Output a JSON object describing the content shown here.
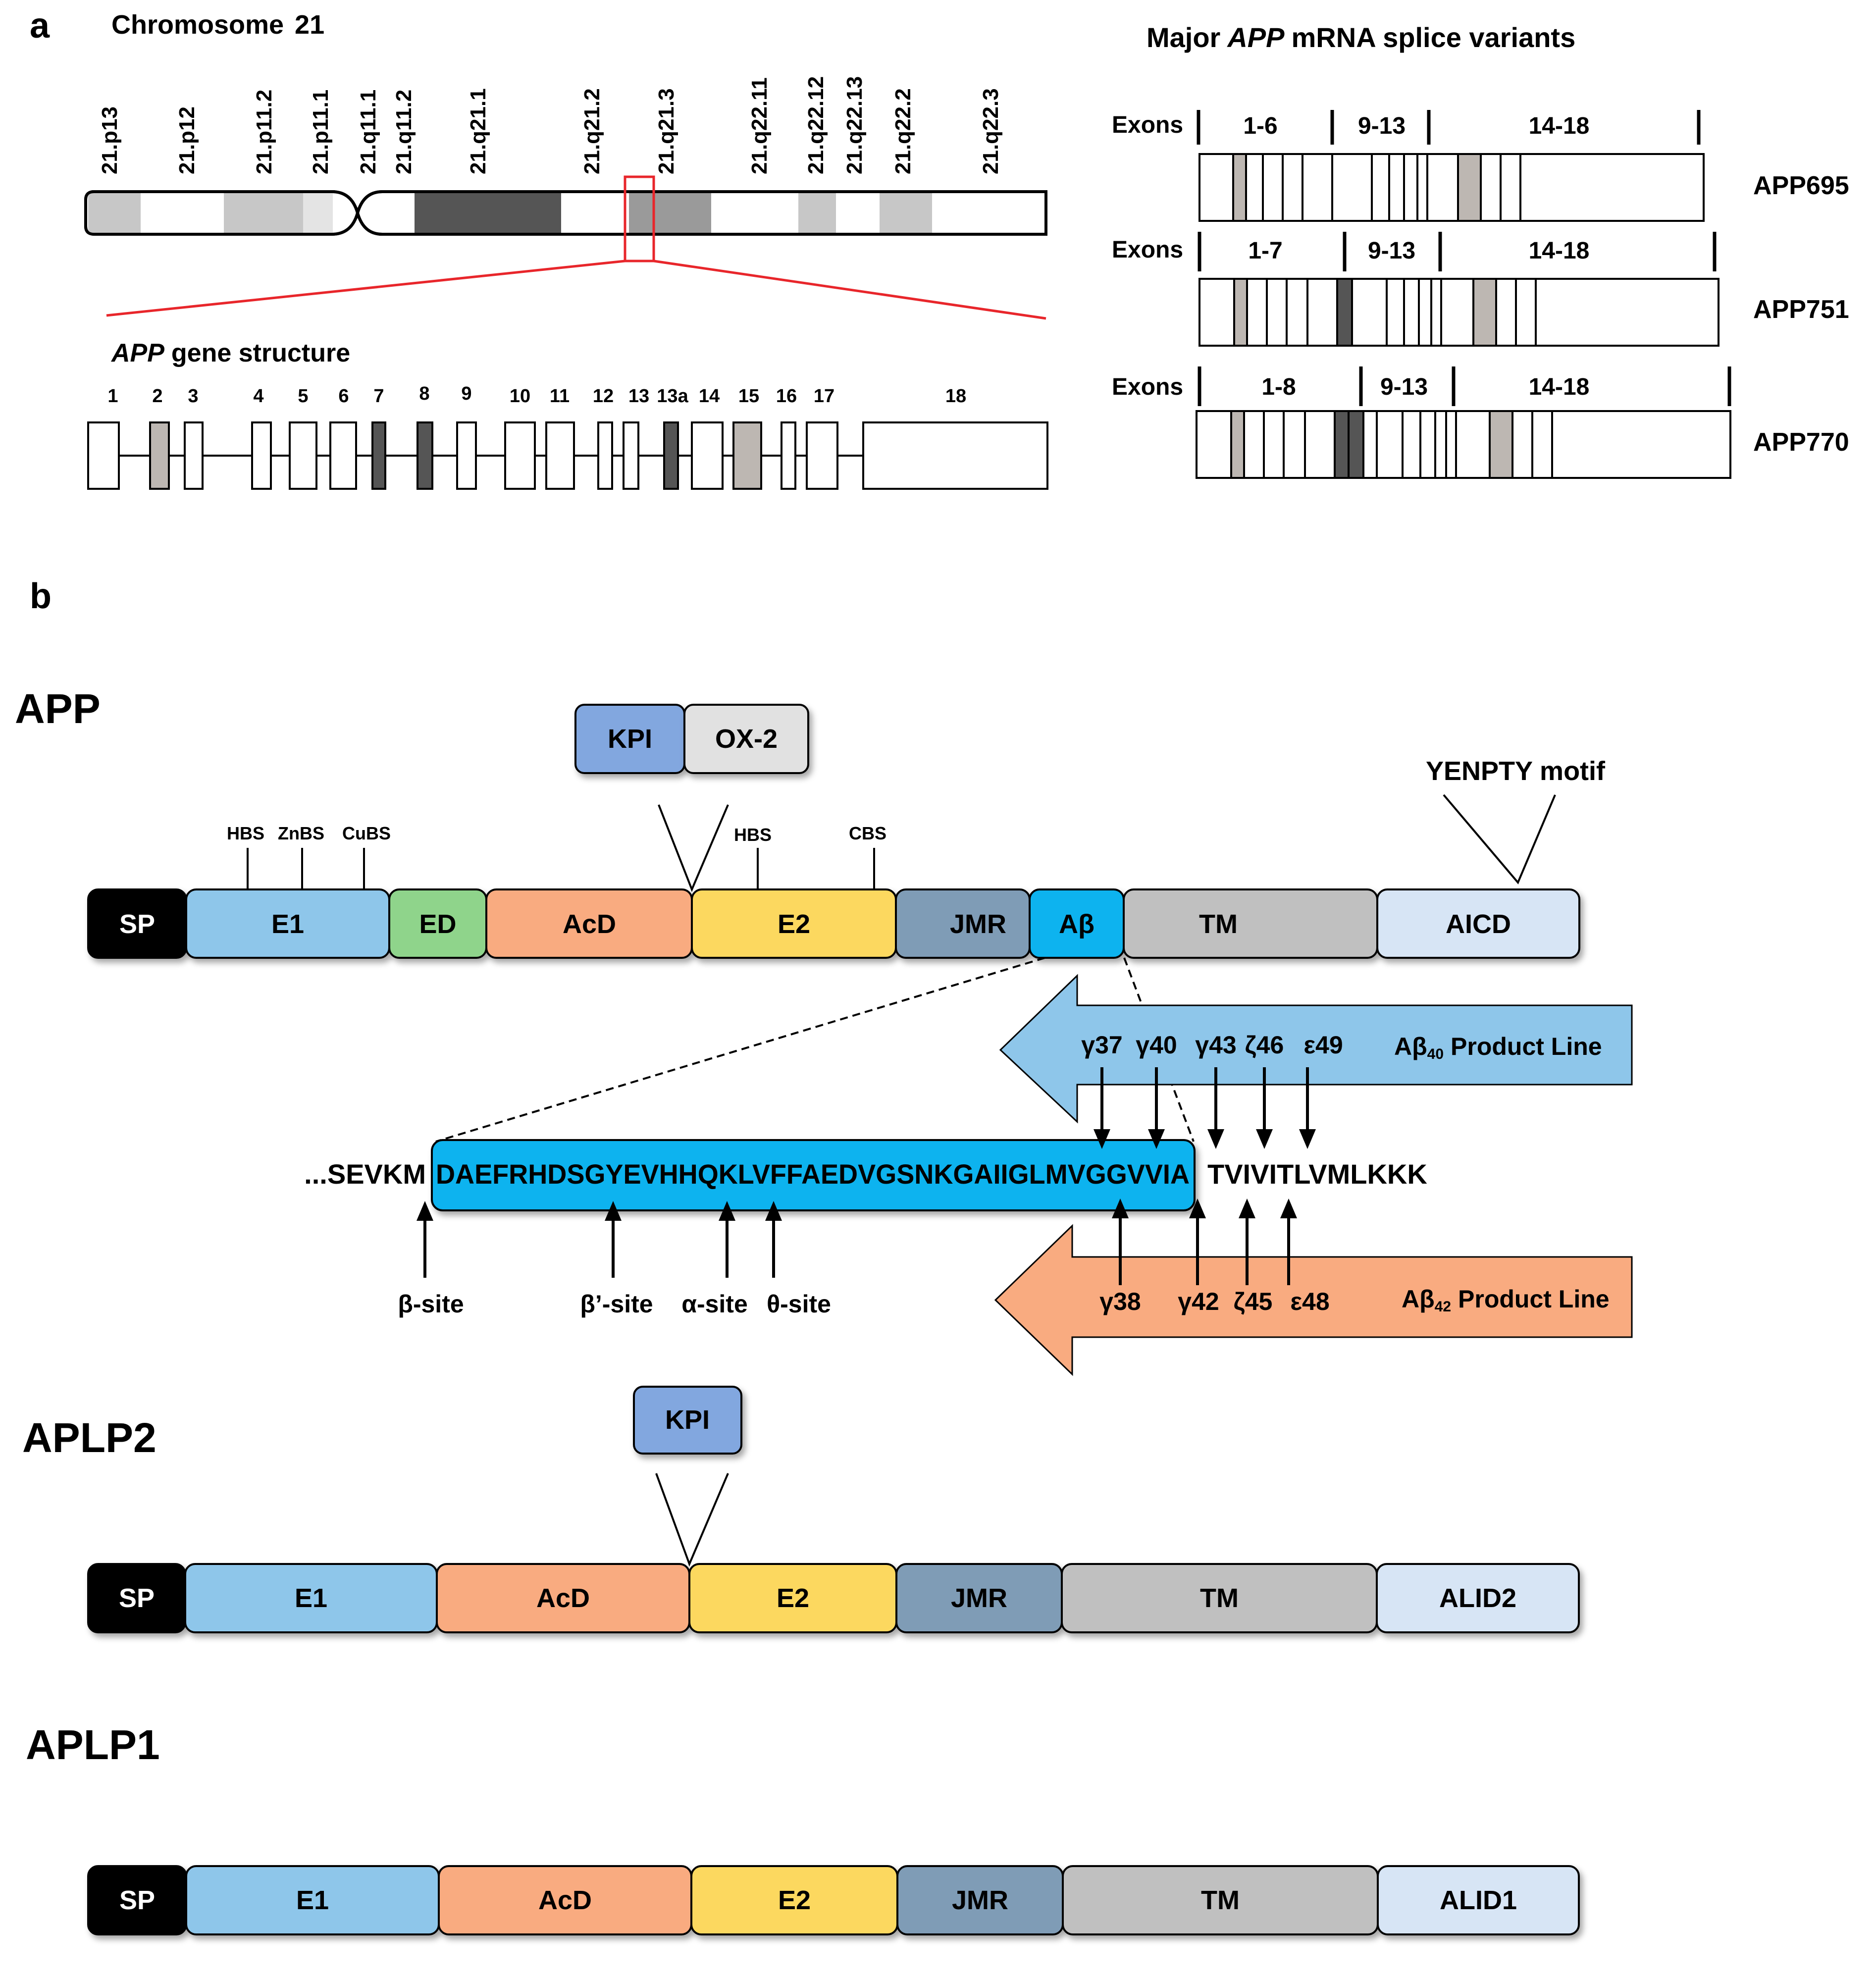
{
  "colors": {
    "SP": "#000000",
    "E1": "#8ec6ea",
    "ED": "#8fd48b",
    "AcD": "#f9ab80",
    "E2": "#fcd85e",
    "JMR": "#7f9cb6",
    "Abeta": "#09b3ef",
    "TM": "#c0c0c0",
    "AICD": "#d7e5f5",
    "KPI": "#82a7df",
    "OX2": "#e1e1e1",
    "band_light": "#c7c7c7",
    "band_dark": "#555555",
    "band_mid": "#9a9a9a",
    "exon_light": "#bdb7b2",
    "exon_dark": "#555555",
    "red": "#e8262b",
    "ab40_arrow": "#8ec6ea",
    "ab42_arrow": "#f9ab80"
  },
  "panel_a": {
    "label": "a",
    "chrom_title_prefix": "Chromosome",
    "chrom_number": "21",
    "bands": [
      "21.p13",
      "21.p12",
      "21.p11.2",
      "21.p11.1",
      "21.q11.1",
      "21.q11.2",
      "21.q21.1",
      "21.q21.2",
      "21.q21.3",
      "21.q22.11",
      "21.q22.12",
      "21.q22.13",
      "21.q22.2",
      "21.q22.3"
    ],
    "gene_title_italic": "APP",
    "gene_title_rest": "gene structure",
    "exon_labels": [
      "1",
      "2",
      "3",
      "4",
      "5",
      "6",
      "7",
      "8",
      "9",
      "10",
      "11",
      "12",
      "13",
      "13a",
      "14",
      "15",
      "16",
      "17",
      "18"
    ],
    "splice_title_prefix": "Major",
    "splice_title_italic": "APP",
    "splice_title_rest": "mRNA splice variants",
    "exons_word": "Exons",
    "variants": [
      {
        "name": "APP695",
        "groups": [
          "1-6",
          "9-13",
          "14-18"
        ]
      },
      {
        "name": "APP751",
        "groups": [
          "1-7",
          "9-13",
          "14-18"
        ]
      },
      {
        "name": "APP770",
        "groups": [
          "1-8",
          "9-13",
          "14-18"
        ]
      }
    ]
  },
  "panel_b": {
    "label": "b",
    "app": {
      "name": "APP",
      "domains": [
        "SP",
        "E1",
        "ED",
        "AcD",
        "E2",
        "JMR",
        "Aβ",
        "TM",
        "AICD"
      ],
      "inserts": [
        "KPI",
        "OX-2"
      ],
      "sites": [
        "HBS",
        "ZnBS",
        "CuBS",
        "HBS",
        "CBS"
      ],
      "motif": "YENPTY motif"
    },
    "sequence": {
      "prefix": "...SEVKM",
      "abeta": "DAEFRHDSGYEVHHQKLVFFAEDVGSNKGAIIGLMVGGVVIA",
      "suffix": "TVIVITLVMLKKK"
    },
    "ab40_line": {
      "label": "Aβ",
      "sub": "40",
      "label_rest": "Product Line",
      "cuts": [
        "γ37",
        "γ40",
        "γ43",
        "ζ46",
        "ε49"
      ]
    },
    "ab42_line": {
      "label": "Aβ",
      "sub": "42",
      "label_rest": "Product Line",
      "cuts": [
        "γ38",
        "γ42",
        "ζ45",
        "ε48"
      ]
    },
    "secretase_sites": [
      "β-site",
      "β’-site",
      "α-site",
      "θ-site"
    ],
    "aplp2": {
      "name": "APLP2",
      "domains": [
        "SP",
        "E1",
        "AcD",
        "E2",
        "JMR",
        "TM",
        "ALID2"
      ],
      "insert": "KPI"
    },
    "aplp1": {
      "name": "APLP1",
      "domains": [
        "SP",
        "E1",
        "AcD",
        "E2",
        "JMR",
        "TM",
        "ALID1"
      ]
    }
  }
}
